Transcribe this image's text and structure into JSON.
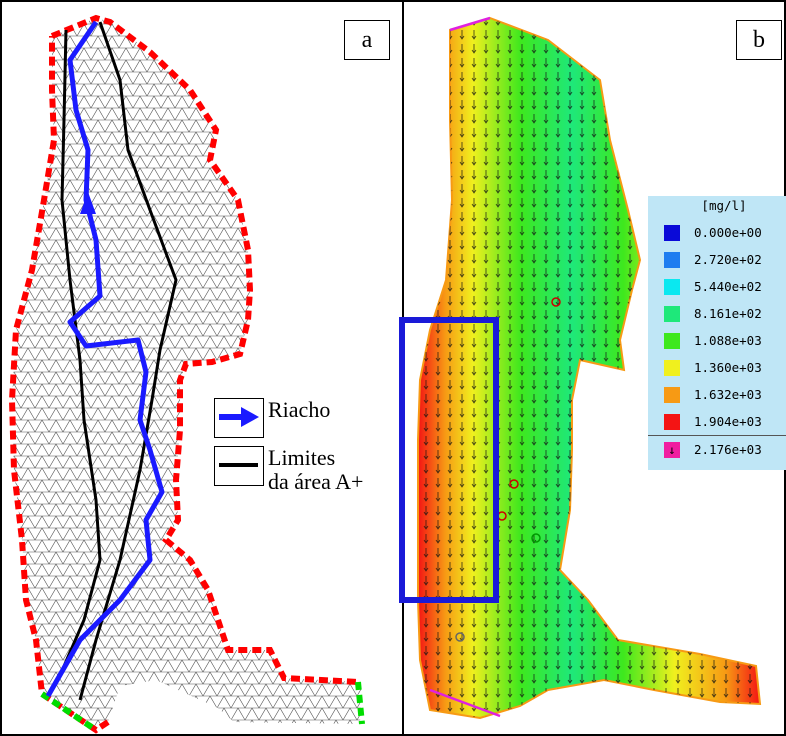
{
  "panel_a": {
    "label": "a",
    "legend": {
      "stream_label": "Riacho",
      "limits_label_line1": "Limites",
      "limits_label_line2": "da área A+"
    },
    "colors": {
      "stream": "#1a1aff",
      "boundary": "#ff0000",
      "inflow": "#00dd00"
    }
  },
  "panel_b": {
    "label": "b",
    "legend": {
      "unit": "[mg/l]",
      "items": [
        {
          "value": "0.000e+00",
          "color": "#0a0ad8"
        },
        {
          "value": "2.720e+02",
          "color": "#1e7df0"
        },
        {
          "value": "5.440e+02",
          "color": "#0ae8f0"
        },
        {
          "value": "8.161e+02",
          "color": "#1ee87a"
        },
        {
          "value": "1.088e+03",
          "color": "#3ee81e"
        },
        {
          "value": "1.360e+03",
          "color": "#f0f01e"
        },
        {
          "value": "1.632e+03",
          "color": "#f79a14"
        },
        {
          "value": "1.904e+03",
          "color": "#f41414"
        },
        {
          "value": "2.176e+03",
          "color": "#f01ea0",
          "icon": "velocity-arrow-icon"
        }
      ]
    },
    "highlight_color": "#1a1ad8"
  }
}
